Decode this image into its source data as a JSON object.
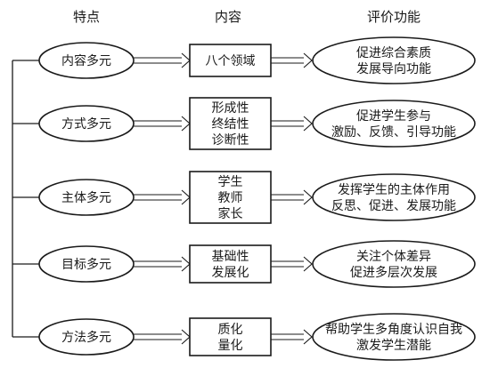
{
  "headers": {
    "features": "特点",
    "content": "内容",
    "functions": "评价功能"
  },
  "rows": [
    {
      "feature": "内容多元",
      "content": [
        "八个领域"
      ],
      "function": [
        "促进综合素质",
        "发展导向功能"
      ]
    },
    {
      "feature": "方式多元",
      "content": [
        "形成性",
        "终结性",
        "诊断性"
      ],
      "function": [
        "促进学生参与",
        "激励、反馈、引导功能"
      ]
    },
    {
      "feature": "主体多元",
      "content": [
        "学生",
        "教师",
        "家长"
      ],
      "function": [
        "发挥学生的主体作用",
        "反思、促进、发展功能"
      ]
    },
    {
      "feature": "目标多元",
      "content": [
        "基础性",
        "发展化"
      ],
      "function": [
        "关注个体差异",
        "促进多层次发展"
      ]
    },
    {
      "feature": "方法多元",
      "content": [
        "质化",
        "量化"
      ],
      "function": [
        "帮助学生多角度认识自我",
        "激发学生潜能"
      ]
    }
  ]
}
